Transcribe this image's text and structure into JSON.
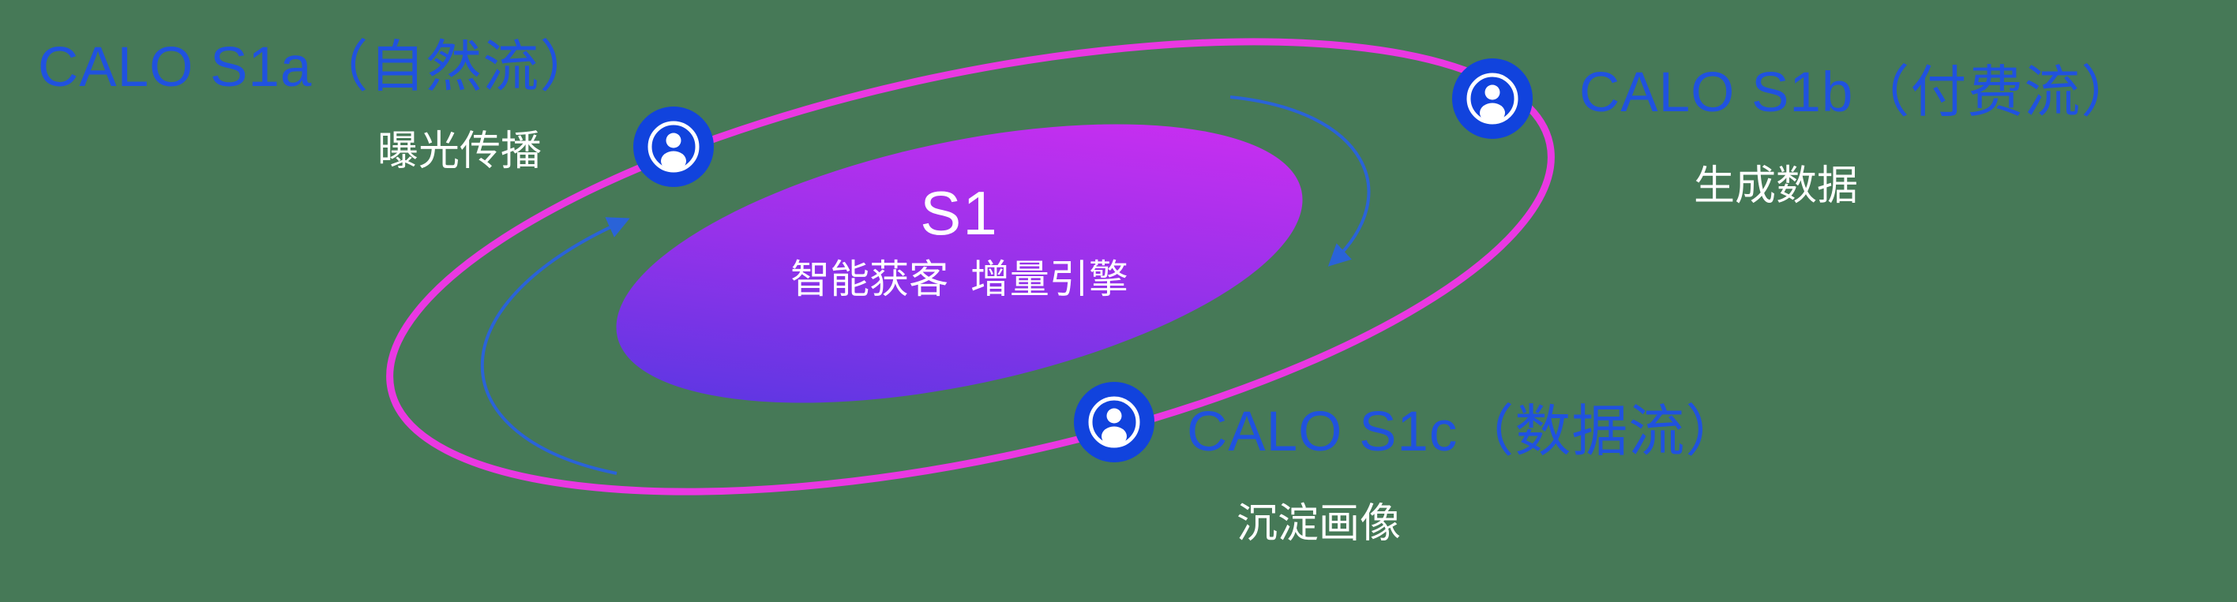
{
  "colors": {
    "canvas_green": "#467957",
    "label_blue": "#2052df",
    "subtitle_white": "#ffffff",
    "icon_blue": "#1143dd",
    "arrow_blue": "#2a63d8"
  },
  "orbit": {
    "ring_color": "#ea38e2"
  },
  "center": {
    "title": "S1",
    "subtitle": "智能获客  增量引擎",
    "gradient_start": "#4b38e0",
    "gradient_mid": "#9632ea",
    "gradient_end": "#d92df2"
  },
  "nodes": {
    "s1a": {
      "title": "CALO S1a（自然流）",
      "subtitle": "曝光传播",
      "icon": "user-circle-icon"
    },
    "s1b": {
      "title": "CALO S1b（付费流）",
      "subtitle": "生成数据",
      "icon": "user-circle-icon"
    },
    "s1c": {
      "title": "CALO S1c（数据流）",
      "subtitle": "沉淀画像",
      "icon": "user-circle-icon"
    }
  }
}
